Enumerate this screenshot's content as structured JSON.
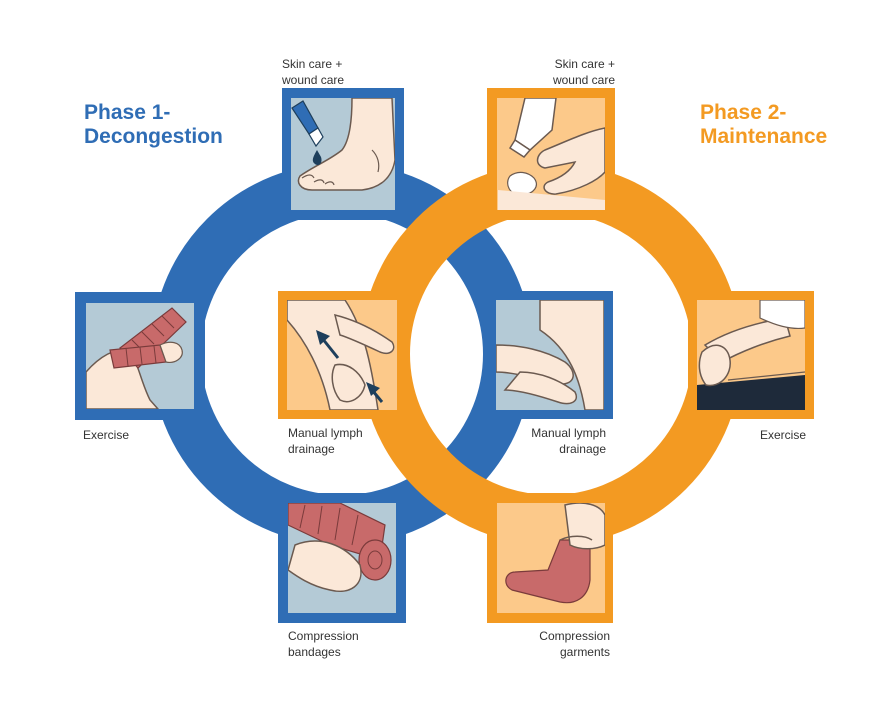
{
  "phase1": {
    "title_line1": "Phase 1-",
    "title_line2": "Decongestion",
    "color": "#2f6db5",
    "items": {
      "skin_care": {
        "line1": "Skin care +",
        "line2": "wound care"
      },
      "exercise": {
        "line1": "Exercise"
      },
      "manual_lymph": {
        "line1": "Manual lymph",
        "line2": "drainage"
      },
      "compression": {
        "line1": "Compression",
        "line2": "bandages"
      }
    }
  },
  "phase2": {
    "title_line1": "Phase 2-",
    "title_line2": "Maintenance",
    "color": "#f39a22",
    "items": {
      "skin_care": {
        "line1": "Skin care +",
        "line2": "wound care"
      },
      "exercise": {
        "line1": "Exercise"
      },
      "manual_lymph": {
        "line1": "Manual lymph",
        "line2": "drainage"
      },
      "compression": {
        "line1": "Compression",
        "line2": "garments"
      }
    }
  },
  "colors": {
    "blue": "#2f6db5",
    "orange": "#f39a22",
    "light_blue_panel": "#b4cad6",
    "light_orange_panel": "#fcc98a",
    "skin": "#fbe8d8",
    "bandage": "#c86a6a",
    "arrow": "#1e3f5c"
  },
  "icons": [
    "paintbrush-drop-icon",
    "bare-foot-icon",
    "cream-tube-icon",
    "hands-applying-cream-icon",
    "bandaged-legs-icon",
    "leg-stretch-icon",
    "lymph-massage-arrows-icon",
    "hands-massage-icon",
    "bandage-roll-icon",
    "compression-sock-icon"
  ]
}
